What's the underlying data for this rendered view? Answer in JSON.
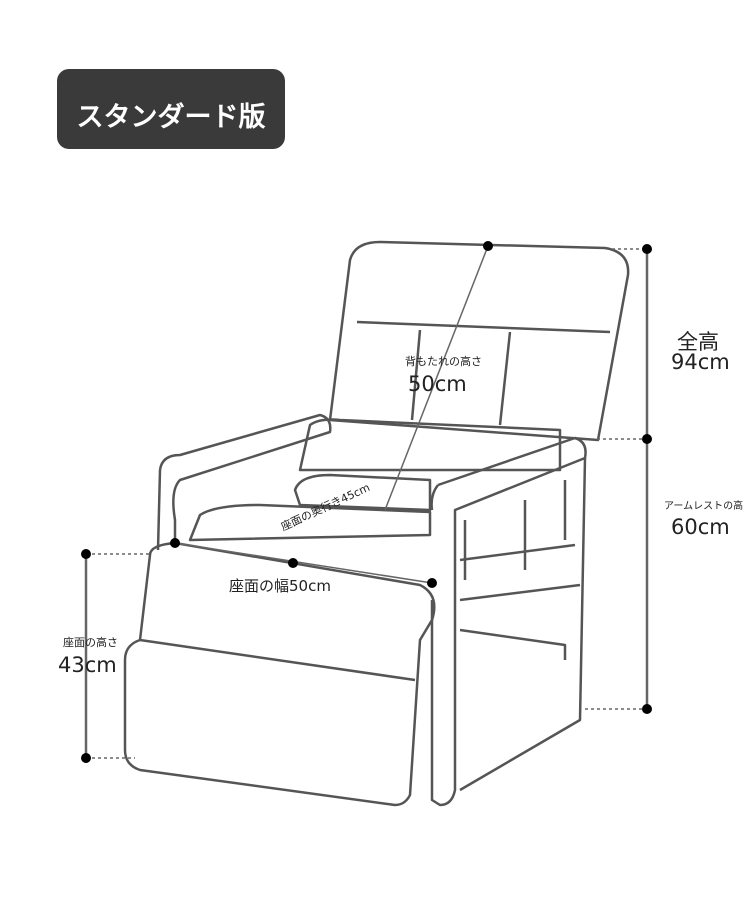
{
  "badge": "スタンダード版",
  "labels": {
    "total_height_title": "全高",
    "total_height_value": "94cm",
    "armrest_height_title": "アームレストの高",
    "armrest_height_value": "60cm",
    "backrest_height_title": "背もたれの高さ",
    "backrest_height_value": "50cm",
    "seat_depth": "座面の奥行き45cm",
    "seat_width": "座面の幅50cm",
    "seat_height_title": "座面の高さ",
    "seat_height_value": "43cm"
  }
}
